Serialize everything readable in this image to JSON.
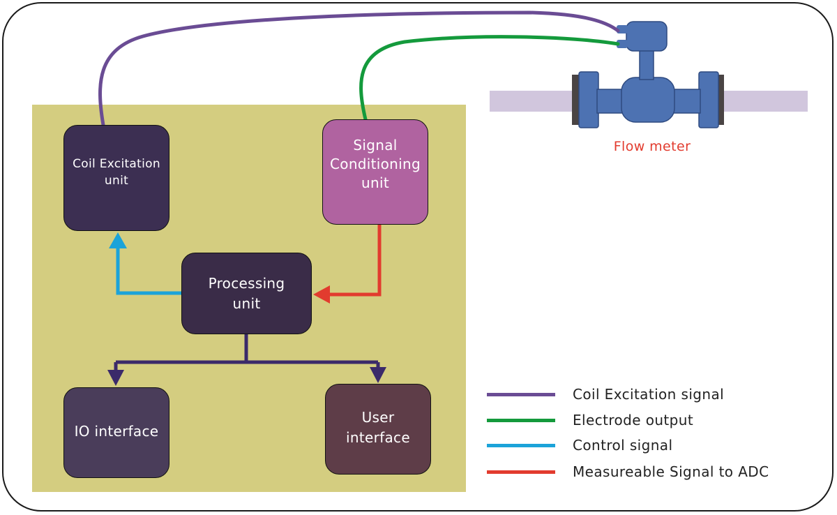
{
  "diagram": {
    "units": {
      "coil": "Coil Excitation\nunit",
      "signal": "Signal\nConditioning\nunit",
      "processing": "Processing\nunit",
      "io": "IO interface",
      "user": "User\ninterface"
    },
    "flow_meter_label": "Flow meter",
    "colors": {
      "coil_excitation": "#6a4c94",
      "electrode": "#149a3c",
      "control": "#1ba3d9",
      "measurable": "#e23b2e",
      "internal": "#3b2a6a",
      "pipe": "#d1c6dd",
      "meter_body": "#4d72b2",
      "board": "#d4cd80"
    }
  },
  "legend": [
    {
      "label": "Coil Excitation signal",
      "color": "#6a4c94"
    },
    {
      "label": "Electrode output",
      "color": "#149a3c"
    },
    {
      "label": "Control signal",
      "color": "#1ba3d9"
    },
    {
      "label": "Measureable Signal to ADC",
      "color": "#e23b2e"
    }
  ]
}
